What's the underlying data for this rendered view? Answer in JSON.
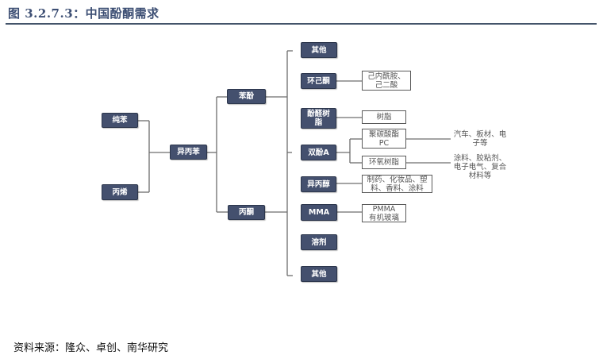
{
  "header": {
    "title": "图 3.2.7.3：中国酚酮需求"
  },
  "diagram": {
    "raw_materials": {
      "benzene": "纯苯",
      "propylene": "丙烯"
    },
    "intermediate": "异丙苯",
    "products": {
      "phenol": "苯酚",
      "acetone": "丙酮"
    },
    "downstream": {
      "other_top": "其他",
      "cyclohexanone": "环己酮",
      "phenolic_resin": "酚醛树脂",
      "bisphenol_a": "双酚A",
      "isopropanol": "异丙醇",
      "mma": "MMA",
      "solvent": "溶剂",
      "other_bottom": "其他"
    },
    "applications": {
      "cyclohexanone_use": "己内酰胺、\n己二酸",
      "phenolic_resin_use": "树脂",
      "pc": "聚碳酸酯\nPC",
      "epoxy": "环氧树脂",
      "isopropanol_use": "制药、化妆品、塑\n料、香料、涂料",
      "mma_use": "PMMA\n有机玻璃"
    },
    "end_uses": {
      "pc_end_use": "汽车、板材、电\n子等",
      "epoxy_end_use": "涂料、胶粘剂、\n电子电气、复合\n材料等"
    }
  },
  "footer": {
    "source": "资料来源：隆众、卓创、南华研究"
  },
  "colors": {
    "node_fill": "#44506e",
    "title": "#3d4f74",
    "rule": "#44546a",
    "connector": "#6d6d6d"
  }
}
